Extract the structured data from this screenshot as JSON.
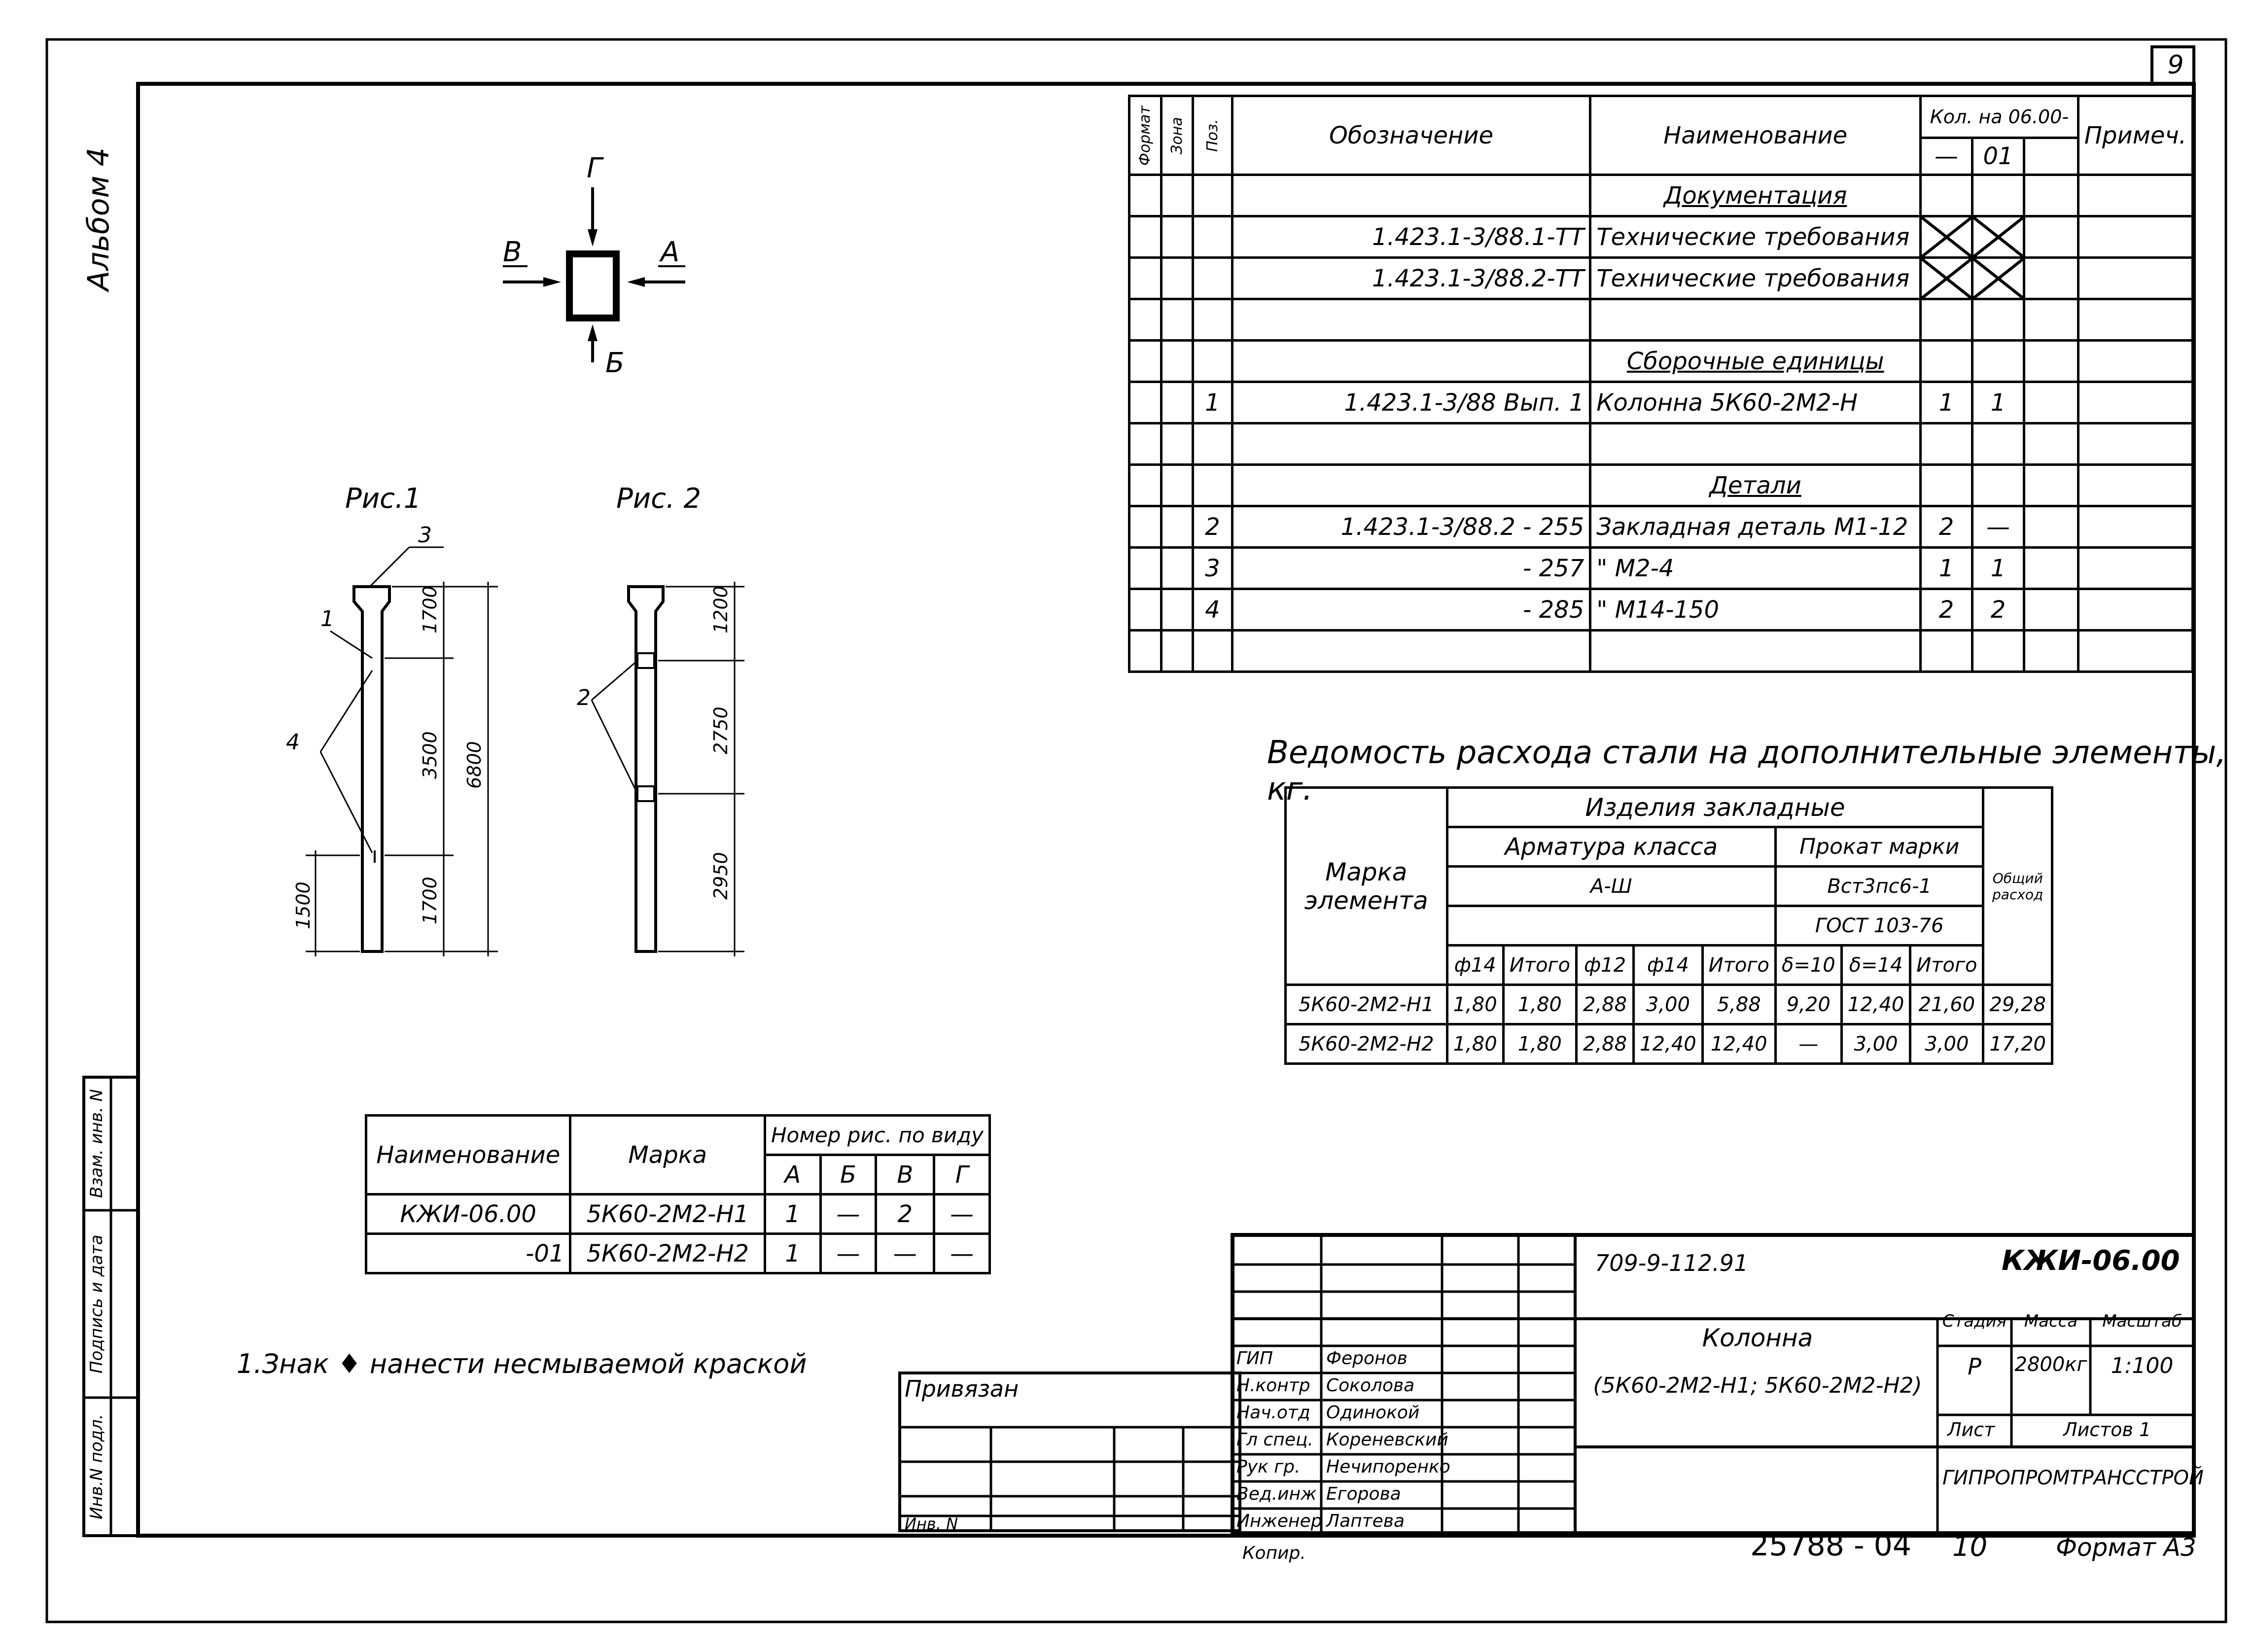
{
  "sheet_number": "9",
  "album_label": "Альбом 4",
  "side_stamp": [
    "Инв.N подл.",
    "Подпись и дата",
    "Взам. инв. N"
  ],
  "view_diagram": {
    "top": "Г",
    "left": "В",
    "right": "А",
    "bottom": "Б"
  },
  "figures": {
    "fig1": {
      "title": "Рис.1",
      "callouts": [
        "3",
        "1",
        "4"
      ],
      "dims": [
        "1700",
        "3500",
        "6800",
        "1700",
        "1500"
      ]
    },
    "fig2": {
      "title": "Рис. 2",
      "callouts": [
        "2"
      ],
      "dims": [
        "1200",
        "2750",
        "2950"
      ]
    }
  },
  "spec_table": {
    "headers": {
      "format": "Формат",
      "zone": "Зона",
      "pos": "Поз.",
      "designation": "Обозначение",
      "name": "Наименование",
      "qty": "Кол. на 06.00-",
      "qty_dash": "—",
      "qty_01": "01",
      "note": "Примеч."
    },
    "rows": [
      {
        "pos": "",
        "designation": "",
        "name": "Документация",
        "section": true,
        "q1": "",
        "q2": ""
      },
      {
        "pos": "",
        "designation": "1.423.1-3/88.1-ТТ",
        "name": "Технические требования",
        "cross": true,
        "q1": "",
        "q2": ""
      },
      {
        "pos": "",
        "designation": "1.423.1-3/88.2-ТТ",
        "name": "Технические требования",
        "cross": true,
        "q1": "",
        "q2": ""
      },
      {
        "pos": "",
        "designation": "",
        "name": "",
        "q1": "",
        "q2": ""
      },
      {
        "pos": "",
        "designation": "",
        "name": "Сборочные единицы",
        "section": true,
        "q1": "",
        "q2": ""
      },
      {
        "pos": "1",
        "designation": "1.423.1-3/88  Вып. 1",
        "name": "Колонна 5К60-2М2-Н",
        "q1": "1",
        "q2": "1"
      },
      {
        "pos": "",
        "designation": "",
        "name": "",
        "q1": "",
        "q2": ""
      },
      {
        "pos": "",
        "designation": "",
        "name": "Детали",
        "section": true,
        "q1": "",
        "q2": ""
      },
      {
        "pos": "2",
        "designation": "1.423.1-3/88.2 - 255",
        "name": "Закладная деталь М1-12",
        "q1": "2",
        "q2": "—"
      },
      {
        "pos": "3",
        "designation": "- 257",
        "name": "\"          М2-4",
        "q1": "1",
        "q2": "1"
      },
      {
        "pos": "4",
        "designation": "- 285",
        "name": "\"          М14-150",
        "q1": "2",
        "q2": "2"
      },
      {
        "pos": "",
        "designation": "",
        "name": "",
        "q1": "",
        "q2": ""
      }
    ]
  },
  "steel_title": "Ведомость расхода стали на дополнительные элементы, кг.",
  "steel_table": {
    "mark_header": "Марка элемента",
    "embedded": "Изделия закладные",
    "rebar": "Арматура класса",
    "rebar_class": "А-Ш",
    "rolled": "Прокат марки",
    "rolled_grade": "Вст3пс6-1",
    "rolled_gost": "ГОСТ 103-76",
    "total": "Общий расход",
    "subheaders": [
      "ф14",
      "Итого",
      "ф12",
      "ф14",
      "Итого",
      "δ=10",
      "δ=14",
      "Итого"
    ],
    "rows": [
      {
        "mark": "5К60-2М2-Н1",
        "values": [
          "1,80",
          "1,80",
          "2,88",
          "3,00",
          "5,88",
          "9,20",
          "12,40",
          "21,60",
          "29,28"
        ]
      },
      {
        "mark": "5К60-2М2-Н2",
        "values": [
          "1,80",
          "1,80",
          "2,88",
          "12,40",
          "12,40",
          "—",
          "3,00",
          "3,00",
          "17,20"
        ]
      }
    ]
  },
  "mark_table": {
    "headers": {
      "name": "Наименование",
      "mark": "Марка",
      "view": "Номер рис. по виду",
      "a": "А",
      "b": "Б",
      "v": "В",
      "g": "Г"
    },
    "rows": [
      {
        "name": "КЖИ-06.00",
        "mark": "5К60-2М2-Н1",
        "a": "1",
        "b": "—",
        "v": "2",
        "g": "—"
      },
      {
        "name": "-01",
        "mark": "5К60-2М2-Н2",
        "a": "1",
        "b": "—",
        "v": "—",
        "g": "—"
      }
    ]
  },
  "note": "1.Знак ♦ нанести несмываемой краской",
  "binding": {
    "label": "Привязан",
    "inv": "Инв. N"
  },
  "title_block": {
    "project_code": "709-9-112.91",
    "doc_code": "КЖИ-06.00",
    "title_line1": "Колонна",
    "title_line2": "(5К60-2М2-Н1; 5К60-2М2-Н2)",
    "stage_label": "Стадия",
    "mass_label": "Масса",
    "scale_label": "Масштаб",
    "stage": "Р",
    "mass": "2800кг",
    "scale": "1:100",
    "sheet_label": "Лист",
    "sheets_label": "Листов 1",
    "org": "ГИПРОПРОМТРАНССТРОЙ",
    "roles": [
      {
        "role": "ГИП",
        "name": "Феронов"
      },
      {
        "role": "Н.контр",
        "name": "Соколова"
      },
      {
        "role": "Нач.отд",
        "name": "Одинокой"
      },
      {
        "role": "Гл спец.",
        "name": "Кореневский"
      },
      {
        "role": "Рук гр.",
        "name": "Нечипоренко"
      },
      {
        "role": "Вед.инж",
        "name": "Егорова"
      },
      {
        "role": "Инженер",
        "name": "Лаптева"
      }
    ]
  },
  "footer": {
    "copied": "Копир.",
    "number": "25788 - 04",
    "page": "10",
    "format": "Формат А3"
  }
}
